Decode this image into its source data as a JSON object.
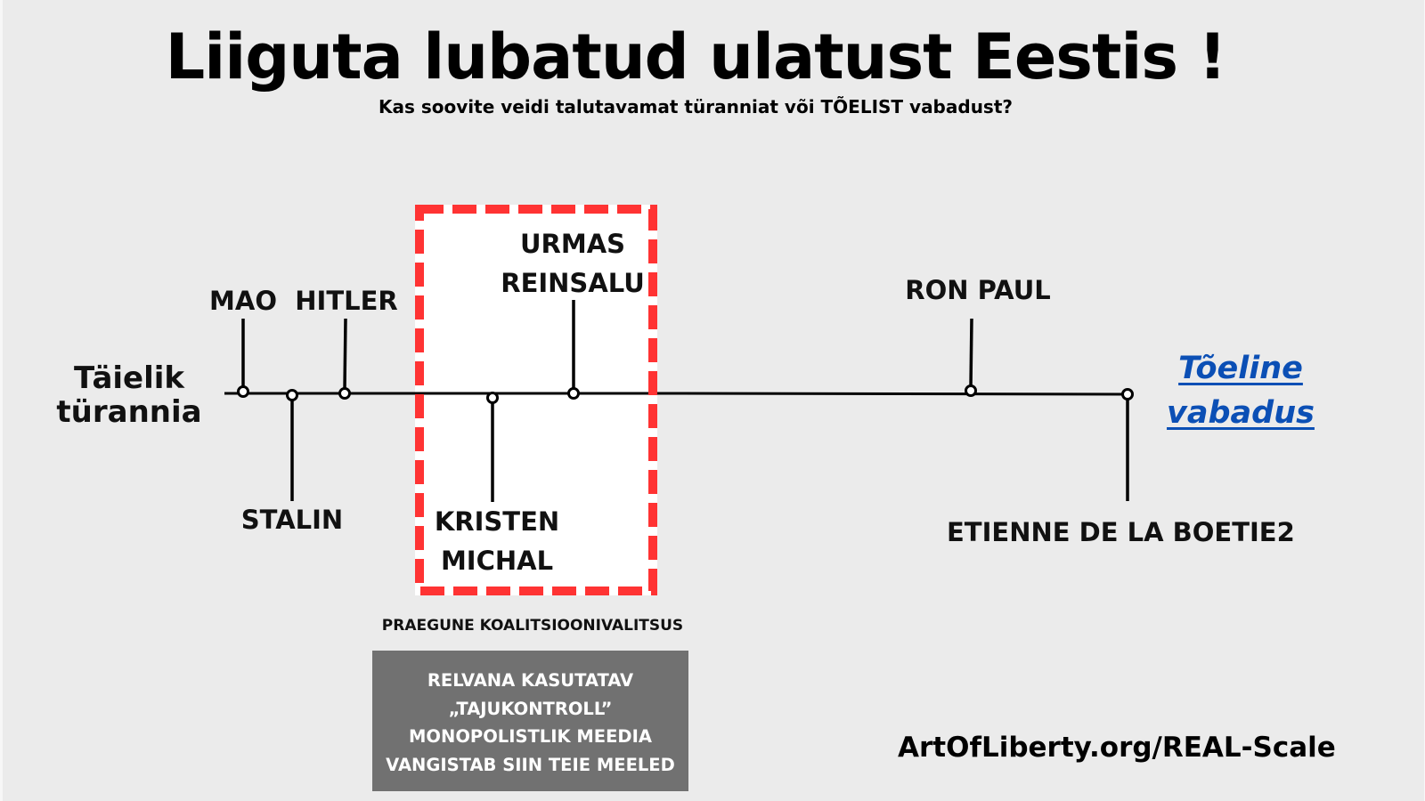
{
  "header": {
    "title": "Liiguta lubatud ulatust Eestis !",
    "subtitle": "Kas soovite veidi talutavamat türanniat või TÕELIST vabadust?"
  },
  "scale": {
    "left_end": {
      "line1": "Täielik",
      "line2": "türannia"
    },
    "right_end": {
      "line1": "Tõeline",
      "line2": "vabadus"
    },
    "markers": [
      {
        "name": "MAO",
        "position": "above"
      },
      {
        "name": "STALIN",
        "position": "below"
      },
      {
        "name": "HITLER",
        "position": "above"
      },
      {
        "name_line1": "KRISTEN",
        "name_line2": "MICHAL",
        "position": "below"
      },
      {
        "name_line1": "URMAS",
        "name_line2": "REINSALU",
        "position": "above"
      },
      {
        "name": "RON PAUL",
        "position": "above"
      },
      {
        "name": "ETIENNE DE LA BOETIE2",
        "position": "below"
      }
    ]
  },
  "highlight": {
    "caption": "PRAEGUNE KOALITSIOONIVALITSUS",
    "border_color": "#ff3333"
  },
  "media_box": {
    "lines": [
      "RELVANA KASUTATAV",
      "„TAJUKONTROLL”",
      "MONOPOLISTLIK MEEDIA",
      "VANGISTAB SIIN TEIE MEELED"
    ],
    "background": "#717171"
  },
  "footer": {
    "url": "ArtOfLiberty.org/REAL-Scale"
  },
  "colors": {
    "background": "#ebebeb",
    "link_blue": "#0b4fb5",
    "highlight_red": "#ff3333"
  }
}
